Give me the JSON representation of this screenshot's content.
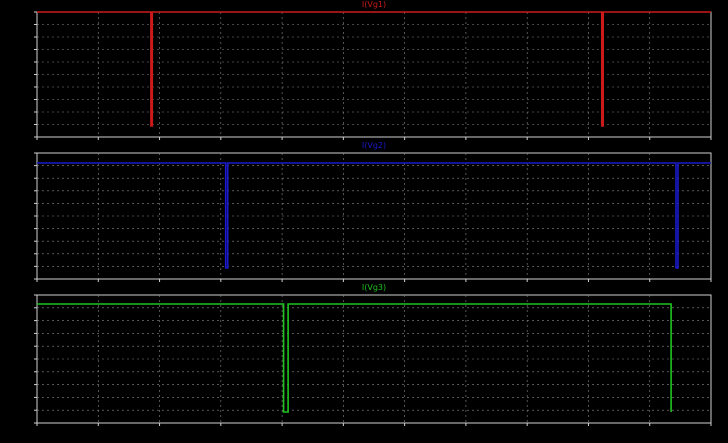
{
  "app": {
    "background": "#000000",
    "frame_color": "#d0d0d0",
    "grid_color": "#8a8a8a"
  },
  "chart_data": [
    {
      "type": "line",
      "title": "I(Vg1)",
      "color": "#cc1a1a",
      "x": [
        0,
        0.169,
        0.169,
        0.171,
        0.171,
        0.838,
        0.838,
        0.84,
        0.84,
        1
      ],
      "y": [
        1,
        1,
        0,
        0,
        1,
        1,
        0,
        0,
        1,
        1
      ],
      "xlim": [
        0,
        1
      ],
      "ylim": [
        0,
        1
      ],
      "grid": true
    },
    {
      "type": "line",
      "title": "I(Vg2)",
      "color": "#1a1acc",
      "x": [
        0,
        0.28,
        0.28,
        0.283,
        0.283,
        0.948,
        0.948,
        0.951,
        0.951,
        1
      ],
      "y": [
        1,
        1,
        0,
        0,
        1,
        1,
        0,
        0,
        1,
        1
      ],
      "xlim": [
        0,
        1
      ],
      "ylim": [
        0,
        1
      ],
      "grid": true
    },
    {
      "type": "line",
      "title": "I(Vg3)",
      "color": "#1fc41f",
      "x": [
        0,
        0.389,
        0.389,
        0.396,
        0.396,
        1.0,
        1.0
      ],
      "y": [
        1,
        1,
        0,
        0,
        1,
        1,
        0
      ],
      "xlim": [
        0,
        1.063
      ],
      "ylim": [
        0,
        1
      ],
      "grid": true
    }
  ]
}
